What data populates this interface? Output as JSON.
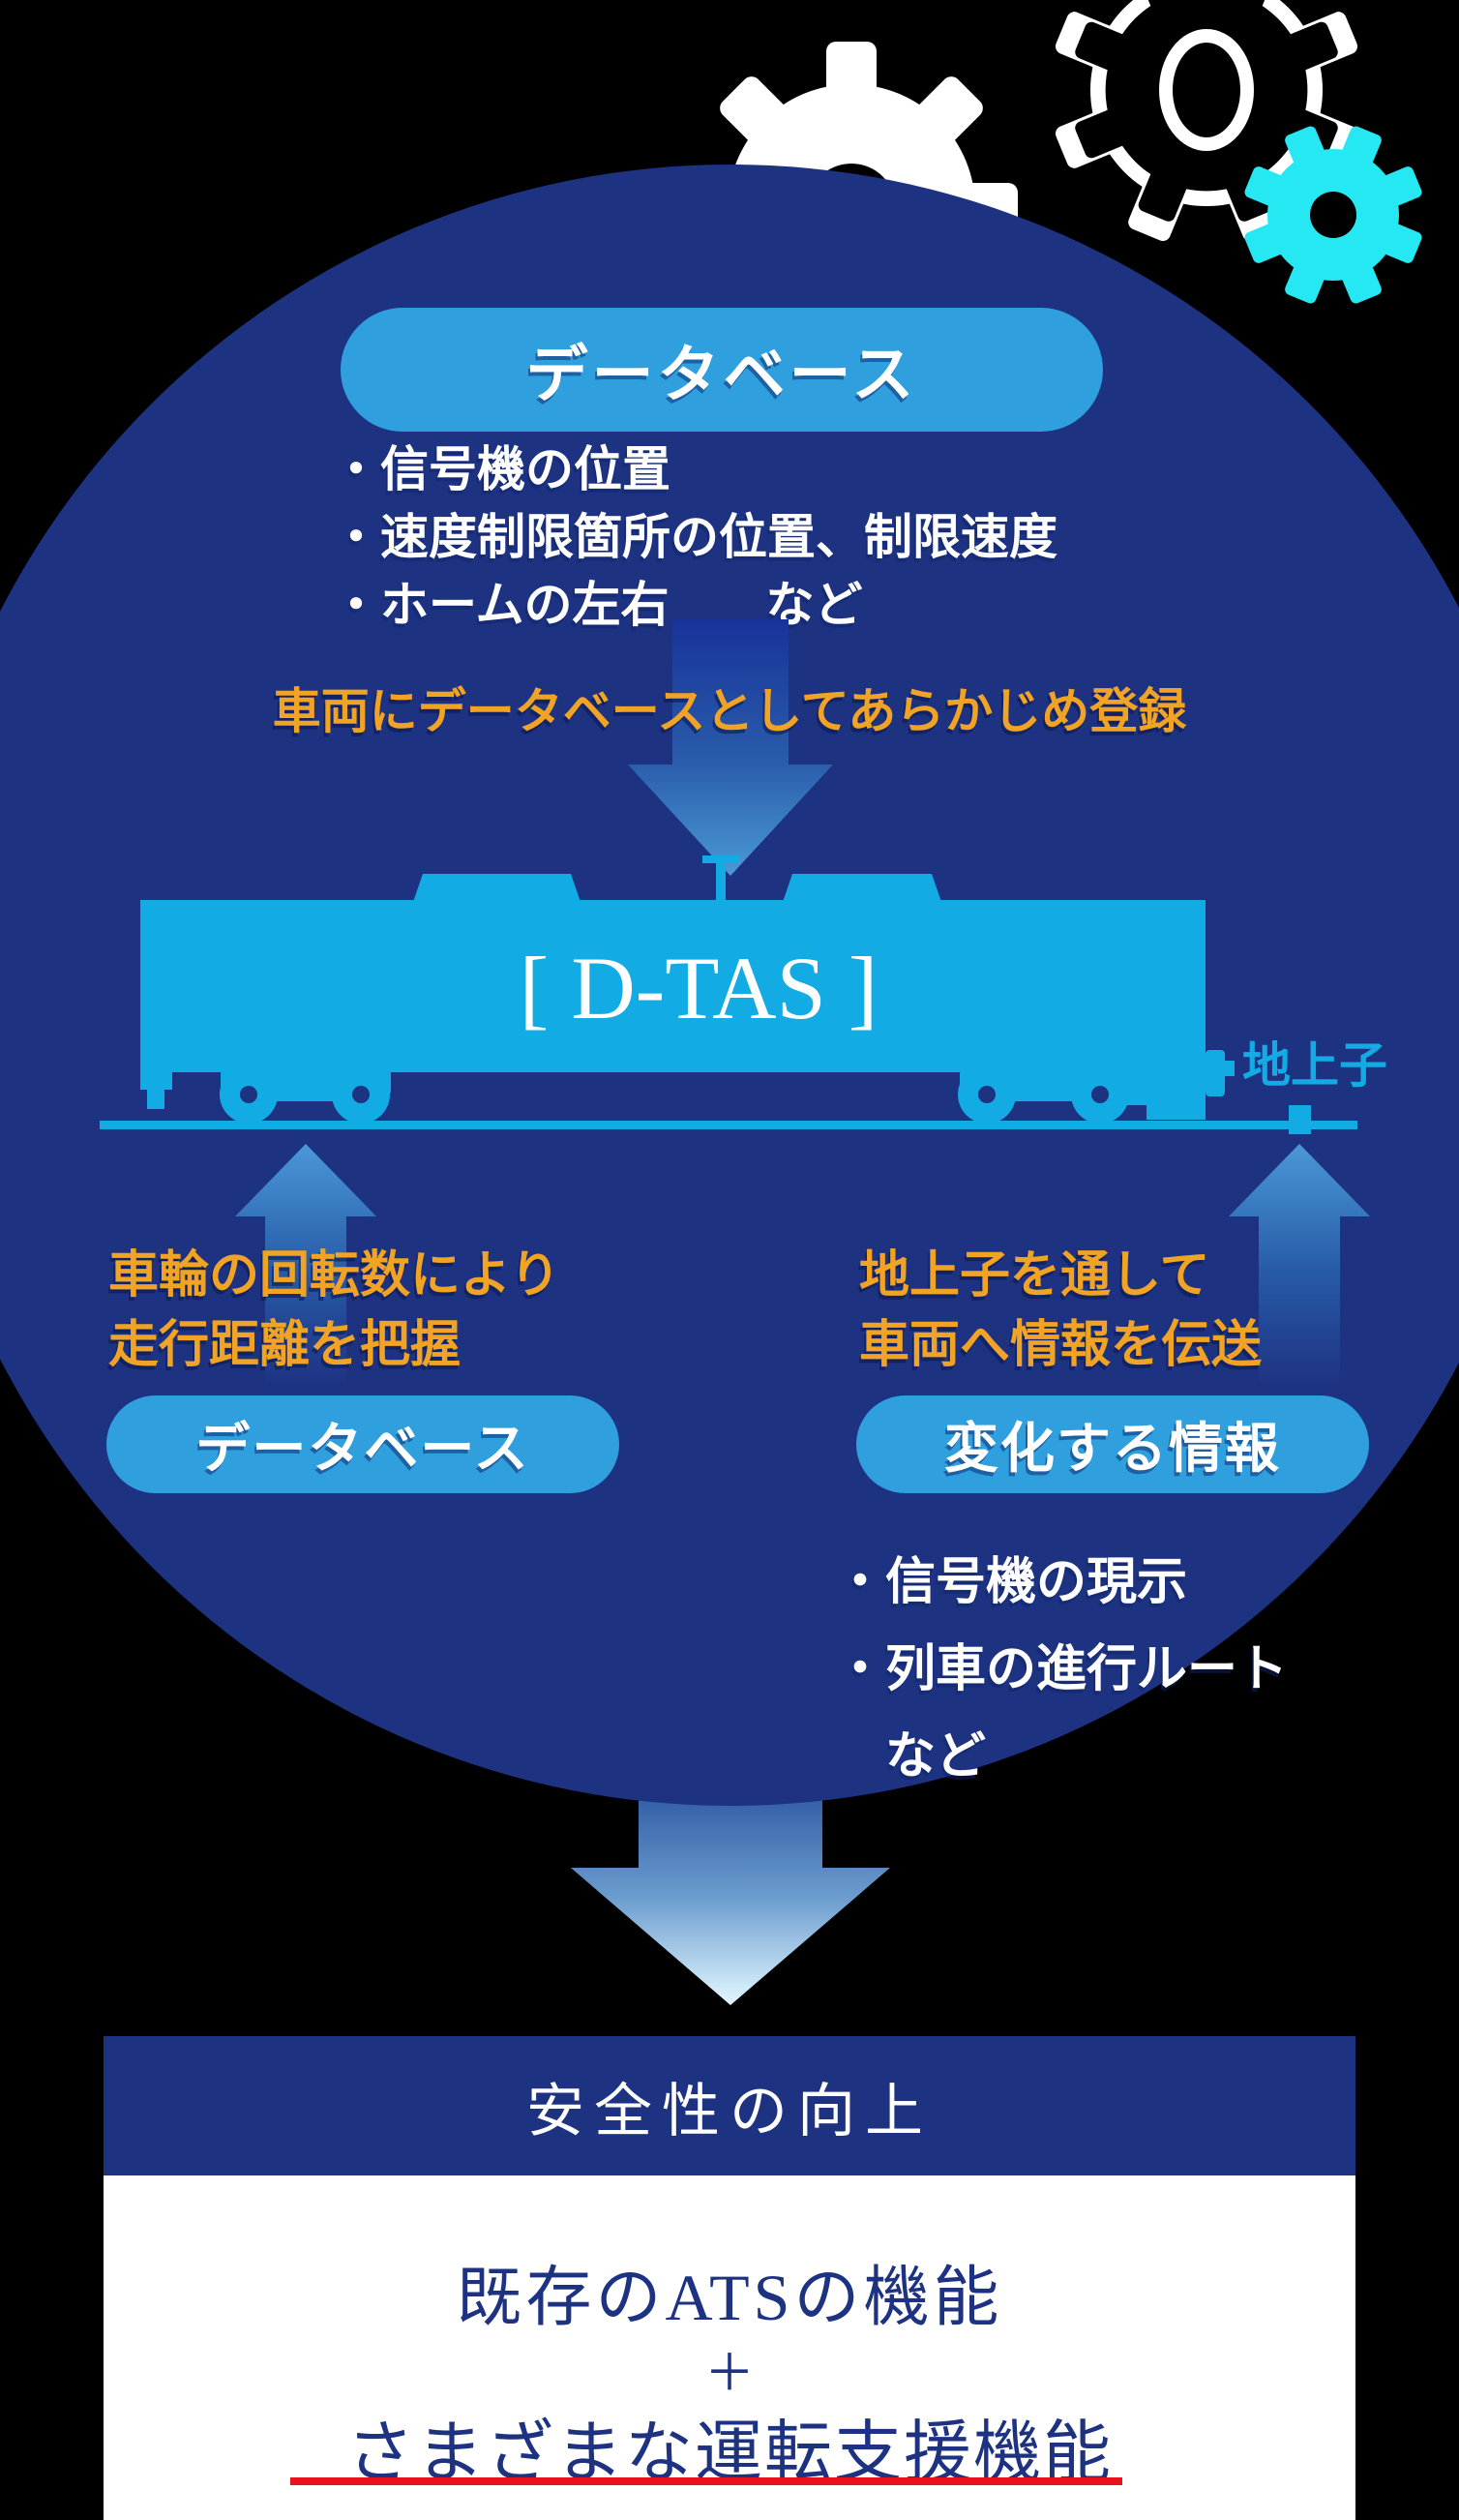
{
  "colors": {
    "background": "#000000",
    "circle_blue": "#1e3282",
    "pill_blue": "#2f9fdd",
    "train_blue": "#12abe3",
    "accent_orange": "#f0a325",
    "gear_cyan": "#25e8f2",
    "underline_red": "#e8121c",
    "text_white": "#ffffff"
  },
  "diagram": {
    "database_pill": "データベース",
    "database_items": [
      "・信号機の位置",
      "・速度制限箇所の位置、制限速度",
      "・ホームの左右　　など"
    ],
    "register_caption": "車両にデータベースとしてあらかじめ登録",
    "train_label": "[ D-TAS ]",
    "balise_label": "地上子",
    "wheel_caption_line1": "車輪の回転数により",
    "wheel_caption_line2": "走行距離を把握",
    "balise_caption_line1": "地上子を通して",
    "balise_caption_line2": "車両へ情報を伝送",
    "onboard_pill": "データベース",
    "changing_pill": "変化する情報",
    "changing_items": [
      "・信号機の現示",
      "・列車の進行ルート",
      "　など"
    ]
  },
  "result": {
    "header": "安全性の向上",
    "line1": "既存のATSの機能",
    "plus": "＋",
    "line2": "さまざまな運転支援機能"
  }
}
